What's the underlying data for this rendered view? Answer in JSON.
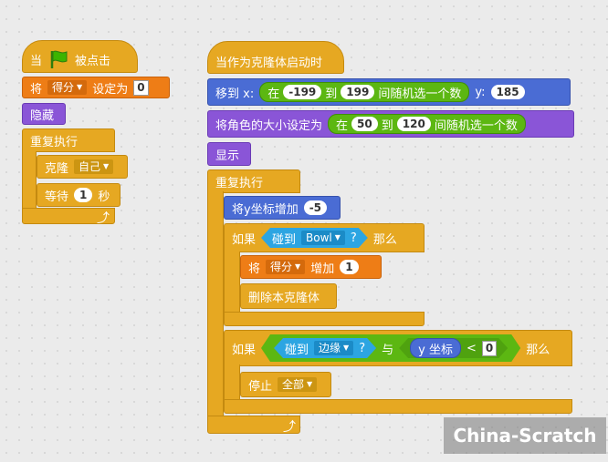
{
  "script1": {
    "hat": {
      "when": "当",
      "clicked": "被点击"
    },
    "set_var": {
      "set": "将",
      "var": "得分",
      "to": "设定为",
      "value": "0"
    },
    "hide": "隐藏",
    "forever": "重复执行",
    "clone": {
      "label": "克隆",
      "target": "自己"
    },
    "wait": {
      "label": "等待",
      "value": "1",
      "unit": "秒"
    }
  },
  "script2": {
    "hat": "当作为克隆体启动时",
    "goto": {
      "label": "移到 x:",
      "in": "在",
      "min": "-199",
      "to": "到",
      "max": "199",
      "rand": "间随机选一个数",
      "ylabel": "y:",
      "y": "185"
    },
    "size": {
      "label": "将角色的大小设定为",
      "in": "在",
      "min": "50",
      "to": "到",
      "max": "120",
      "rand": "间随机选一个数"
    },
    "show": "显示",
    "forever": "重复执行",
    "changey": {
      "label": "将y坐标增加",
      "value": "-5"
    },
    "if1": {
      "if": "如果",
      "touching": "碰到",
      "target": "Bowl",
      "q": "?",
      "then": "那么"
    },
    "change_var": {
      "label": "将",
      "var": "得分",
      "by": "增加",
      "value": "1"
    },
    "delete_clone": "删除本克隆体",
    "if2": {
      "if": "如果",
      "touching": "碰到",
      "target": "边缘",
      "q": "?",
      "and": "与",
      "ypos": "y 坐标",
      "lt": "<",
      "value": "0",
      "then": "那么"
    },
    "stop": {
      "label": "停止",
      "target": "全部"
    }
  },
  "watermark": "China-Scratch"
}
